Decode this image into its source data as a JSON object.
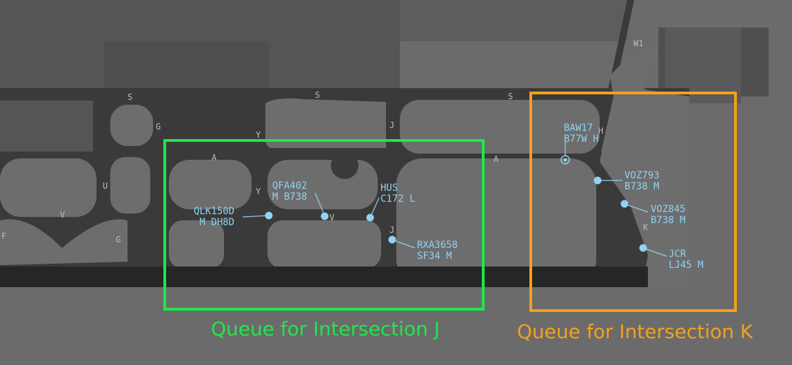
{
  "colors": {
    "background": "#6b6b6b",
    "building": "#555555",
    "taxiway": "#3a3a3a",
    "grass": "#6d6d6d",
    "runway": "#262626",
    "aircraft": "#8fd3f2",
    "queue_j": "#1ee84a",
    "queue_k": "#f5a11a"
  },
  "taxiway_labels": {
    "s1": "S",
    "s2": "S",
    "s3": "S",
    "g1": "G",
    "g2": "G",
    "y1": "Y",
    "y2": "Y",
    "j1": "J",
    "j2": "J",
    "a1": "A",
    "a2": "A",
    "u": "U",
    "v1": "V",
    "v2": "V",
    "f": "F",
    "h": "H",
    "k": "K",
    "w1": "W1"
  },
  "aircraft": [
    {
      "id": "qlk150d",
      "callsign": "QLK150D",
      "info": " M DH8D"
    },
    {
      "id": "qfa402",
      "callsign": "QFA402",
      "info": "M B738"
    },
    {
      "id": "hus",
      "callsign": "HUS",
      "info": "C172 L"
    },
    {
      "id": "rxa3658",
      "callsign": "RXA3658",
      "info": "SF34 M"
    },
    {
      "id": "baw17",
      "callsign": "BAW17",
      "info": "B77W H"
    },
    {
      "id": "voz793",
      "callsign": "VOZ793",
      "info": "B738 M"
    },
    {
      "id": "voz845",
      "callsign": "VOZ845",
      "info": "B738 M"
    },
    {
      "id": "jcr",
      "callsign": "JCR",
      "info": "LJ45 M"
    }
  ],
  "queues": {
    "j": {
      "label": "Queue for Intersection J"
    },
    "k": {
      "label": "Queue for Intersection K"
    }
  }
}
